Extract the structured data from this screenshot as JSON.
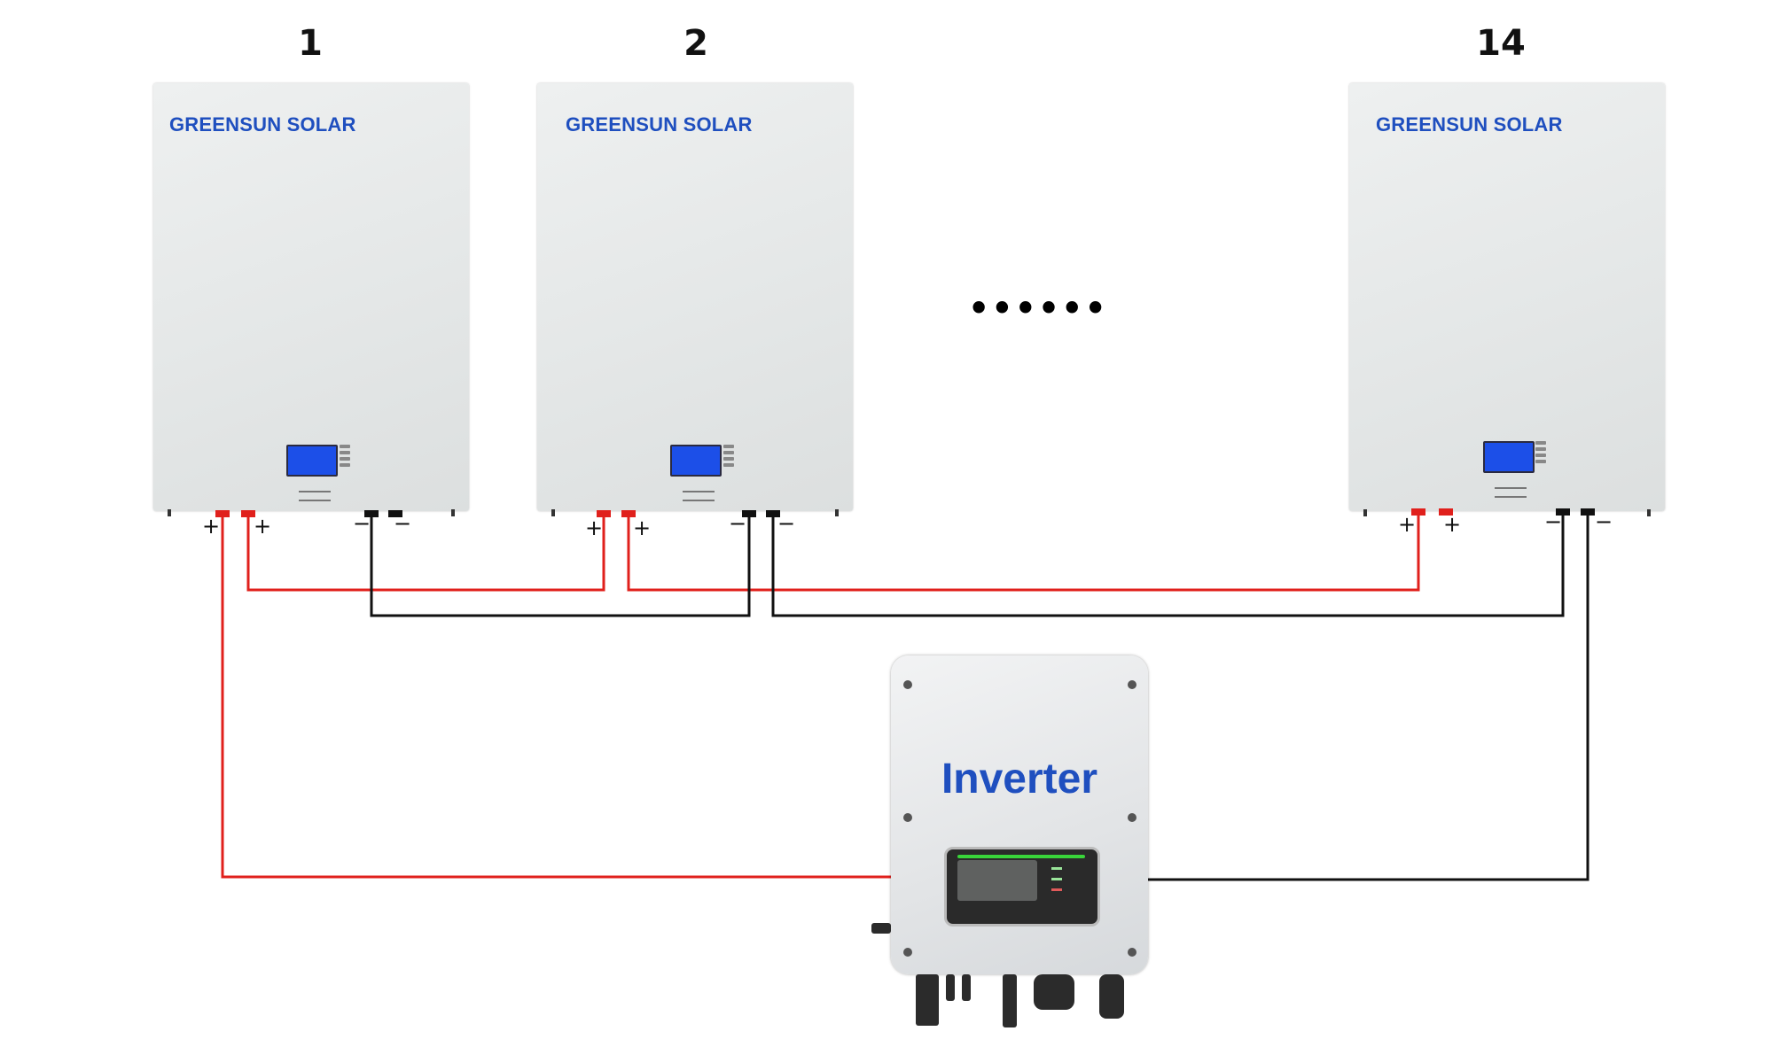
{
  "batteries": [
    {
      "number": "1",
      "brand": "GREENSUN SOLAR"
    },
    {
      "number": "2",
      "brand": "GREENSUN SOLAR"
    },
    {
      "number": "14",
      "brand": "GREENSUN SOLAR"
    }
  ],
  "ellipsis": "••••••",
  "terminals": {
    "positive": "+",
    "negative": "−"
  },
  "inverter": {
    "label": "Inverter"
  },
  "colors": {
    "positive_wire": "#e0201c",
    "negative_wire": "#111111",
    "brand_text": "#1f4fbf"
  }
}
